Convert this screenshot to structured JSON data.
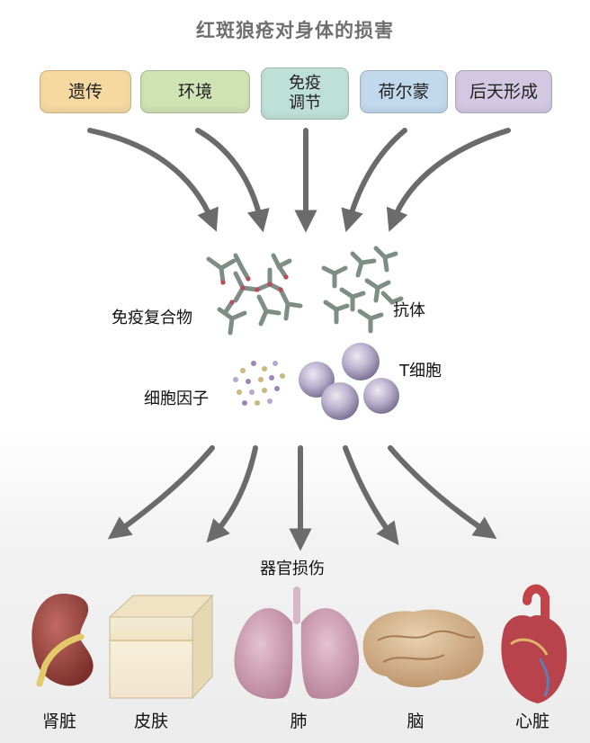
{
  "title": "红斑狼疮对身体的损害",
  "factors": [
    {
      "label": "遗传",
      "color": "#f6d9a1"
    },
    {
      "label": "环境",
      "color": "#cfe3b4"
    },
    {
      "label": "免疫\n调节",
      "color": "#bfe0d6"
    },
    {
      "label": "荷尔蒙",
      "color": "#c2d8ec"
    },
    {
      "label": "后天形成",
      "color": "#d2c8e2"
    }
  ],
  "immune": {
    "complex_label": "免疫复合物",
    "antibody_label": "抗体",
    "cytokine_label": "细胞因子",
    "tcell_label": "T细胞"
  },
  "damage_label": "器官损伤",
  "organs": [
    "肾脏",
    "皮肤",
    "肺",
    "脑",
    "心脏"
  ],
  "colors": {
    "arrow": "#6b6b6b",
    "antibody": "#7e8d86",
    "tcell": "#b3aac7",
    "organ_pink": "#c98a9a"
  }
}
